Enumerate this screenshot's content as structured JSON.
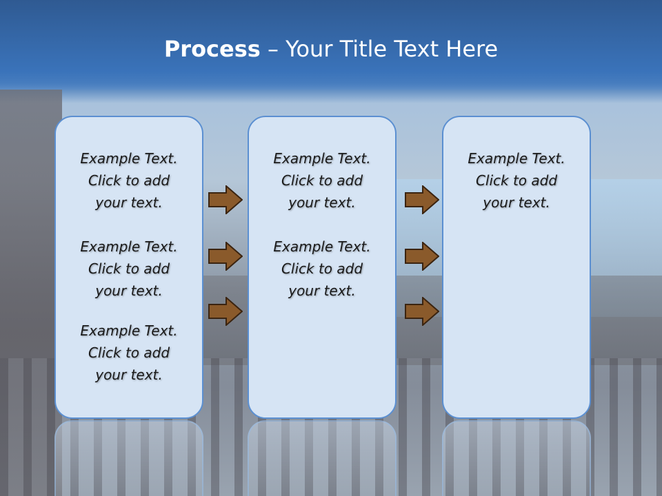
{
  "slide": {
    "title_strong": "Process",
    "title_rest": " – Your Title Text Here"
  },
  "boxes": [
    {
      "items": [
        [
          "Example Text.",
          "Click  to add",
          "your text."
        ],
        [
          "Example Text.",
          "Click  to add",
          "your text."
        ],
        [
          "Example Text.",
          "Click  to add",
          "your text."
        ]
      ]
    },
    {
      "items": [
        [
          "Example Text.",
          "Click  to add",
          "your text."
        ],
        [
          "Example Text.",
          "Click  to add",
          "your text."
        ]
      ]
    },
    {
      "items": [
        [
          "Example Text.",
          "Click  to add",
          "your text."
        ]
      ]
    }
  ],
  "colors": {
    "header": "#3a73ba",
    "box_fill": "#d6e4f4",
    "box_border": "#5b8fd1",
    "arrow_fill": "#8a5a2b",
    "arrow_stroke": "#3b2410"
  },
  "icons": {
    "arrow": "right-arrow-icon"
  }
}
